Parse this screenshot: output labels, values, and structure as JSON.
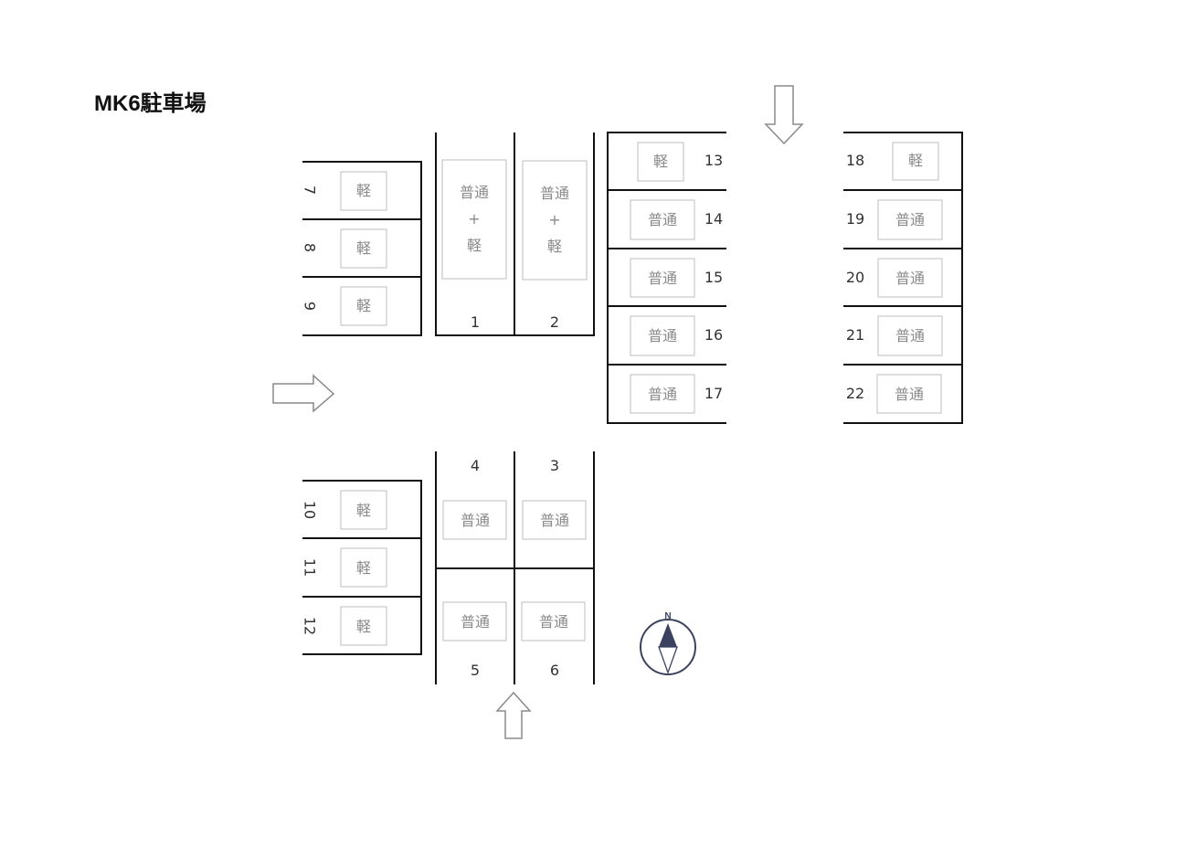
{
  "title": "MK6駐車場",
  "north_label": "N",
  "spaces": {
    "s1": {
      "number": "1",
      "type": [
        "普通",
        "+",
        "軽"
      ]
    },
    "s2": {
      "number": "2",
      "type": [
        "普通",
        "+",
        "軽"
      ]
    },
    "s3": {
      "number": "3",
      "type": "普通"
    },
    "s4": {
      "number": "4",
      "type": "普通"
    },
    "s5": {
      "number": "5",
      "type": "普通"
    },
    "s6": {
      "number": "6",
      "type": "普通"
    },
    "s7": {
      "number": "7",
      "type": "軽"
    },
    "s8": {
      "number": "8",
      "type": "軽"
    },
    "s9": {
      "number": "9",
      "type": "軽"
    },
    "s10": {
      "number": "10",
      "type": "軽"
    },
    "s11": {
      "number": "11",
      "type": "軽"
    },
    "s12": {
      "number": "12",
      "type": "軽"
    },
    "s13": {
      "number": "13",
      "type": "軽"
    },
    "s14": {
      "number": "14",
      "type": "普通"
    },
    "s15": {
      "number": "15",
      "type": "普通"
    },
    "s16": {
      "number": "16",
      "type": "普通"
    },
    "s17": {
      "number": "17",
      "type": "普通"
    },
    "s18": {
      "number": "18",
      "type": "軽"
    },
    "s19": {
      "number": "19",
      "type": "普通"
    },
    "s20": {
      "number": "20",
      "type": "普通"
    },
    "s21": {
      "number": "21",
      "type": "普通"
    },
    "s22": {
      "number": "22",
      "type": "普通"
    }
  },
  "entrance_arrows": [
    "down",
    "right",
    "up"
  ],
  "compass": {
    "direction": "north-up"
  },
  "colors": {
    "wall": "#111111",
    "label_box": "#bdbdbd",
    "label_text": "#8a8a8a",
    "compass": "#3a4260"
  }
}
